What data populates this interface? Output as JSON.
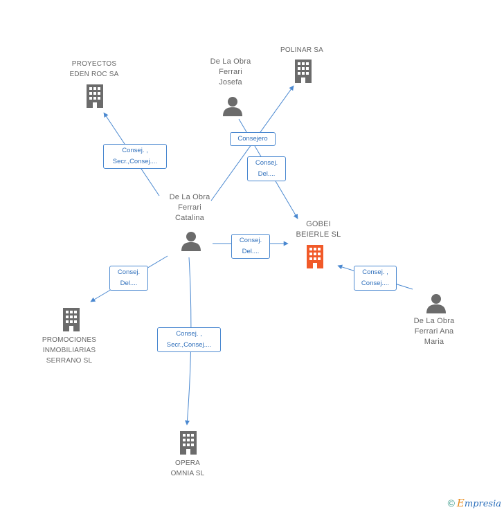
{
  "colors": {
    "edge": "#4a88d0",
    "icon_default": "#6b6b6b",
    "icon_highlight": "#f15a29"
  },
  "nodes": {
    "proyectos": {
      "label": "PROYECTOS\nEDEN ROC SA",
      "icon": "building-icon"
    },
    "josefa": {
      "label": "De La Obra\nFerrari\nJosefa",
      "icon": "person-icon"
    },
    "polinar": {
      "label": "POLINAR SA",
      "icon": "building-icon"
    },
    "catalina": {
      "label": "De La Obra\nFerrari\nCatalina",
      "icon": "person-icon"
    },
    "gobei": {
      "label": "GOBEI\nBEIERLE SL",
      "icon": "building-icon"
    },
    "promociones": {
      "label": "PROMOCIONES\nINMOBILIARIAS\nSERRANO SL",
      "icon": "building-icon"
    },
    "ana": {
      "label": "De La Obra\nFerrari Ana\nMaria",
      "icon": "person-icon"
    },
    "opera": {
      "label": "OPERA\nOMNIA SL",
      "icon": "building-icon"
    }
  },
  "edge_labels": {
    "catalina_proyectos": [
      "Consej. ,",
      "Secr.,Consej...."
    ],
    "catalina_polinar": [
      "Consejero"
    ],
    "josefa_gobei": [
      "Consej.",
      "Del...."
    ],
    "catalina_gobei": [
      "Consej.",
      "Del...."
    ],
    "ana_gobei": [
      "Consej. ,",
      "Consej...."
    ],
    "catalina_promociones": [
      "Consej.",
      "Del...."
    ],
    "catalina_opera": [
      "Consej. ,",
      "Secr.,Consej...."
    ]
  },
  "footer": {
    "copyright": "©",
    "brand_initial": "E",
    "brand_rest": "mpresia"
  }
}
